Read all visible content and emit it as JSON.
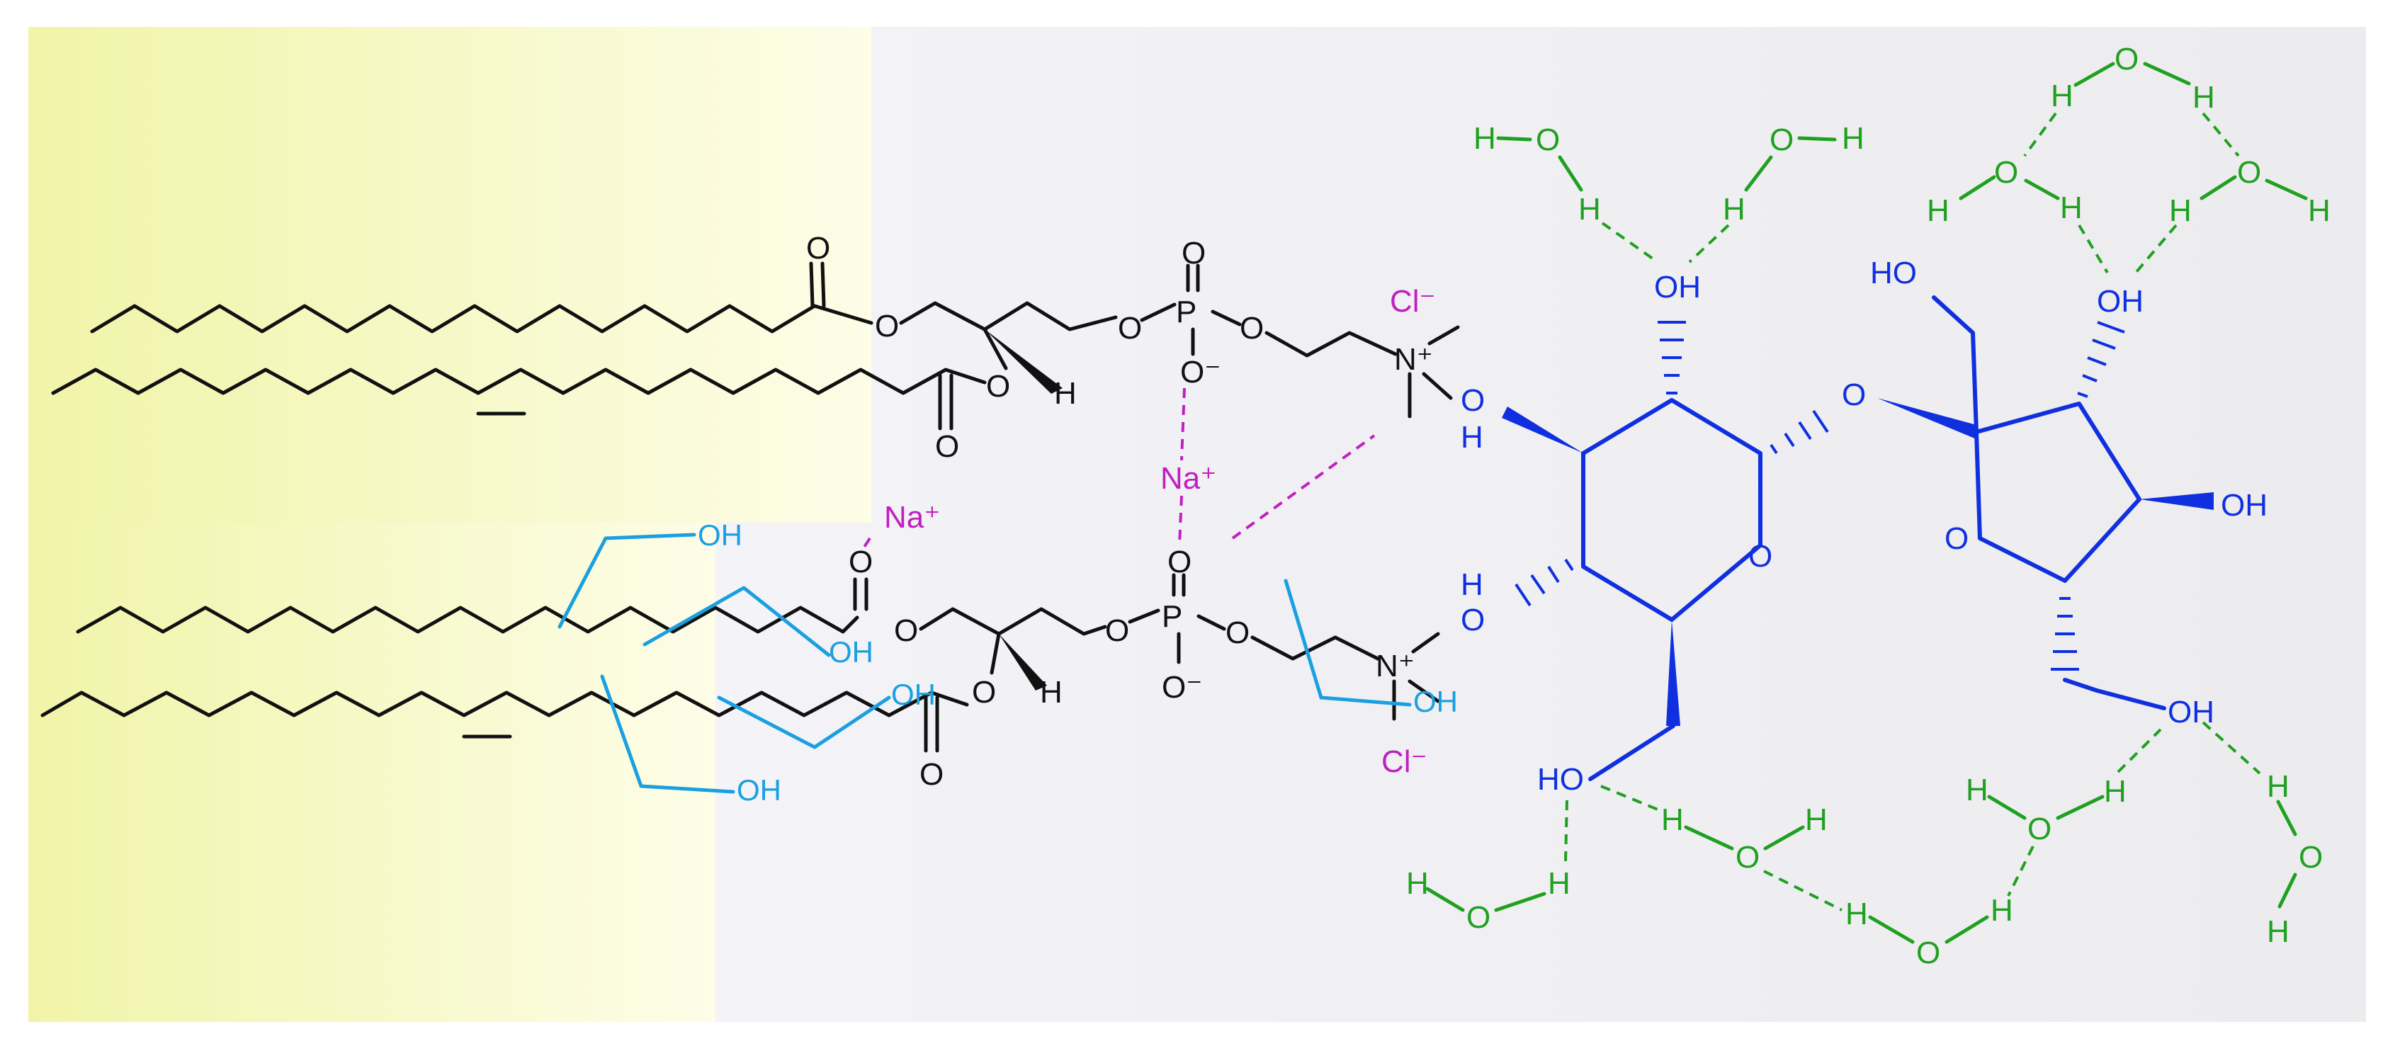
{
  "labels": {
    "oxygen": "O",
    "hydrogen": "H",
    "phosphorus": "P",
    "nitrogen_plus": "N⁺",
    "hydroxyl": "OH",
    "hydroxyl_rev": "HO",
    "o_minus": "O⁻",
    "sodium": "Na⁺",
    "chloride": "Cl⁻"
  },
  "colors": {
    "lipid": "#111111",
    "sucrose": "#1030e0",
    "glycerol": "#1aa0e0",
    "water": "#20a020",
    "ions": "#c020c0",
    "membrane_left": "#f3f6b2",
    "background_right": "#eeeef2"
  }
}
